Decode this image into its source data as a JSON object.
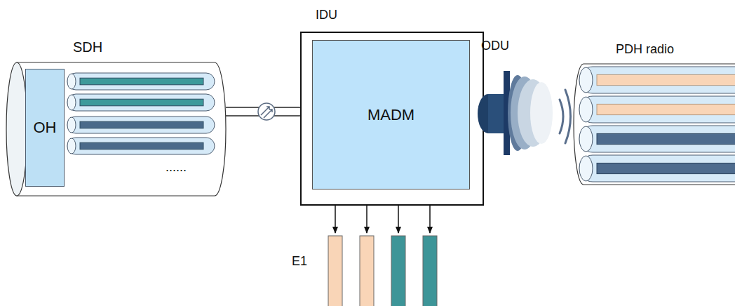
{
  "diagram": {
    "nodes": [
      {
        "text": [
          "SDH"
        ]
      },
      {
        "text": [
          "OH"
        ],
        "in": 0
      },
      {
        "text": [
          "IDU"
        ]
      },
      {
        "text": [
          "MADM"
        ],
        "in": 2
      },
      {
        "text": [
          "ODU"
        ]
      },
      {
        "text": [
          "PDH radio"
        ]
      }
    ],
    "edges": [
      {
        "from": 0,
        "to": 2,
        "arrow": "none"
      },
      {
        "from": 3,
        "to": 4,
        "arrow": "none"
      }
    ],
    "labels": [
      "......",
      "E1"
    ]
  }
}
